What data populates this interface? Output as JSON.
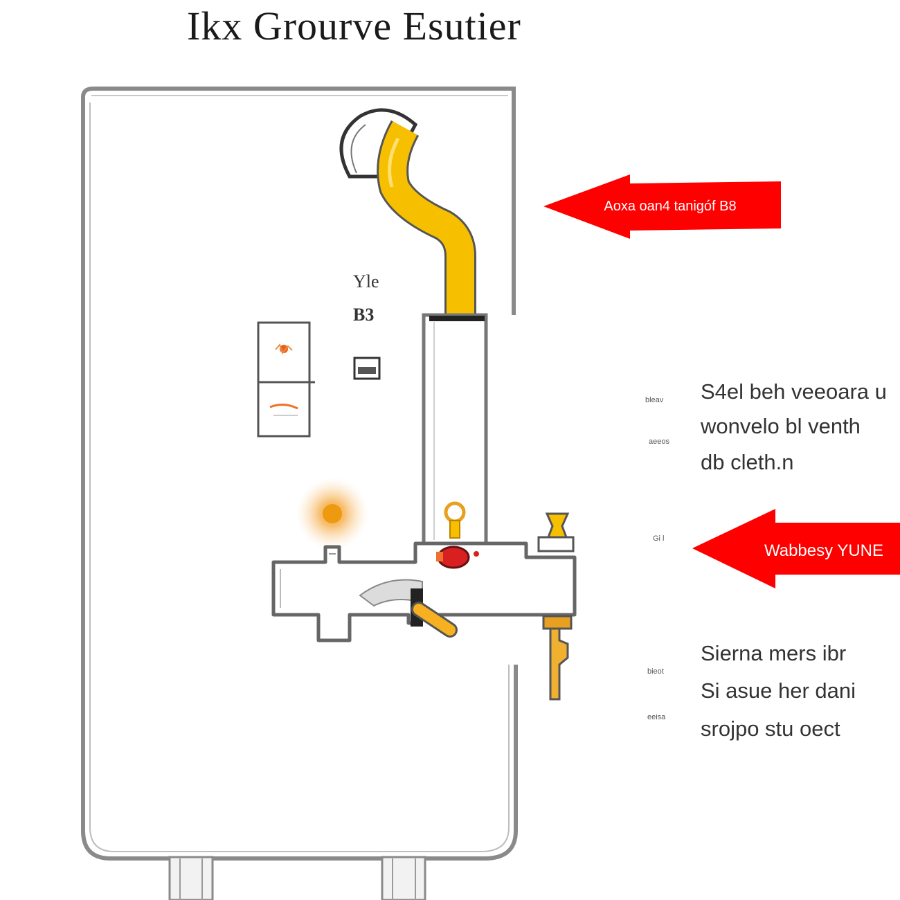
{
  "title": "Ikx Grourve Esutier",
  "callouts": [
    {
      "text": "Aoxa oan4 tanigóf B8"
    },
    {
      "text": "Wabbesy YUNE"
    }
  ],
  "labels": {
    "panel_top": "Yle",
    "panel_mid": "B3"
  },
  "notes_top": {
    "sides": [
      "bleav",
      "aeeos"
    ],
    "lines": [
      "S4el beh veeoara u",
      "wonvelo bl venth",
      "db cleth.n"
    ]
  },
  "notes_bottom": {
    "sides": [
      "bieot",
      "eeisa"
    ],
    "lines": [
      "Sierna mers ibr",
      "Si asue her dani",
      "srojpo stu oect"
    ]
  },
  "mid_side": "Gi l",
  "colors": {
    "arrow": "#ff0000",
    "pipe": "#f6c000",
    "cabinet_stroke": "#8a8a8a",
    "valve": "#e8a020"
  }
}
